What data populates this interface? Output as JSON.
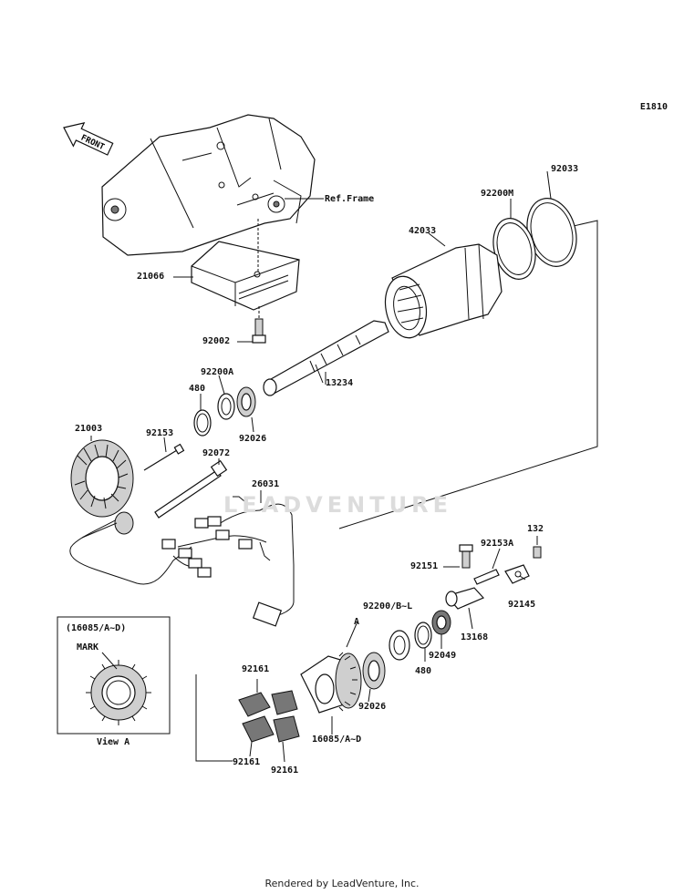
{
  "diagram_code": "E1810",
  "front_label": "FRONT",
  "ref_frame": "Ref.Frame",
  "watermark": "LEADVENTURE",
  "footer": "Rendered by LeadVenture, Inc.",
  "view_a": {
    "title": "(16085/A~D)",
    "mark": "MARK",
    "caption": "View A"
  },
  "callout_a": "A",
  "parts": {
    "p21066": "21066",
    "p92002": "92002",
    "p92033": "92033",
    "p92200M": "92200M",
    "p42033": "42033",
    "p92200A": "92200A",
    "p480a": "480",
    "p92026a": "92026",
    "p13234": "13234",
    "p21003": "21003",
    "p92153": "92153",
    "p92072": "92072",
    "p26031": "26031",
    "p132": "132",
    "p92153A": "92153A",
    "p92151": "92151",
    "p92145": "92145",
    "p13168": "13168",
    "p92200BL": "92200/B~L",
    "p92049": "92049",
    "p480b": "480",
    "p92026b": "92026",
    "p16085": "16085/A~D",
    "p92161a": "92161",
    "p92161b": "92161",
    "p92161c": "92161"
  }
}
